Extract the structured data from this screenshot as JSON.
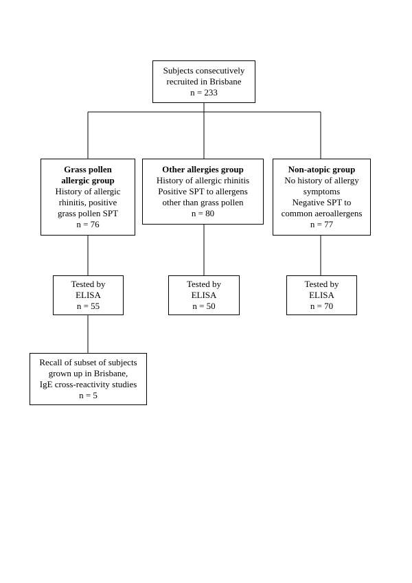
{
  "top": {
    "line1": "Subjects consecutively",
    "line2": "recruited in Brisbane",
    "line3": "n = 233"
  },
  "grass": {
    "title1": "Grass pollen",
    "title2": "allergic group",
    "line1": "History of allergic",
    "line2": "rhinitis, positive",
    "line3": "grass pollen SPT",
    "count": "n = 76"
  },
  "other": {
    "title": "Other allergies group",
    "line1": "History of allergic rhinitis",
    "line2": "Positive SPT to allergens",
    "line3": "other than grass pollen",
    "count": "n = 80"
  },
  "nonatopic": {
    "title": "Non-atopic group",
    "line1": "No history of allergy",
    "line2": "symptoms",
    "line3": "Negative SPT to",
    "line4": "common aeroallergens",
    "count": "n = 77"
  },
  "elisa_grass": {
    "line1": "Tested by",
    "line2": "ELISA",
    "count": "n = 55"
  },
  "elisa_other": {
    "line1": "Tested by",
    "line2": "ELISA",
    "count": "n = 50"
  },
  "elisa_nonatopic": {
    "line1": "Tested by",
    "line2": "ELISA",
    "count": "n = 70"
  },
  "recall": {
    "line1": "Recall of subset of subjects",
    "line2": "grown up in Brisbane,",
    "line3": "IgE cross-reactivity studies",
    "count": "n = 5"
  }
}
